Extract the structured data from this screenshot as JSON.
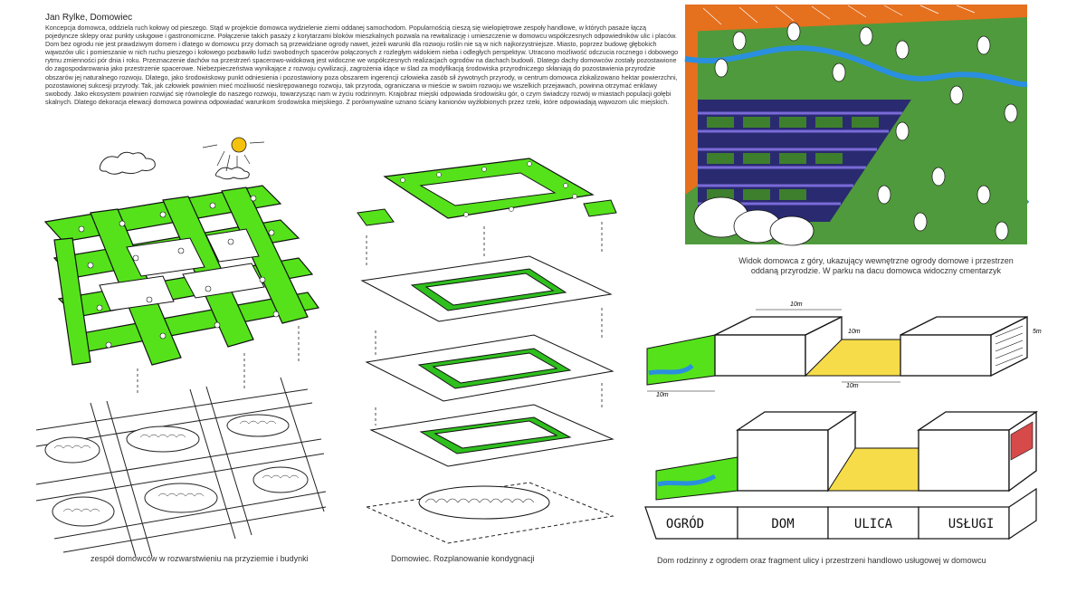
{
  "header": {
    "title": "Jan Rylke, Domowiec",
    "description": "Koncepcja domowca, oddziela ruch kołowy od pieszego. Stąd w projekcie domowca wydzielenie ziemi oddanej samochodom. Popularnością cieszą się wielopiętrowe zespoły handlowe, w których pasaże łączą pojedyncze sklepy oraz punkty usługowe i gastronomiczne. Połączenie takich pasaży z korytarzami bloków mieszkalnych pozwala na rewitalizację i umieszczenie w domowcu współczesnych odpowiedników ulic i placów. Dom bez ogrodu nie jest prawdziwym domem i dlatego w domowcu przy domach są przewidziane ogrody nawet, jeżeli warunki dla rozwoju roślin nie są w nich najkorzystniejsze. Miasto, poprzez budowę głębokich wąwozów ulic i pomieszanie w nich ruchu pieszego i kołowego pozbawiło ludzi swobodnych spacerów połączonych z rozległym widokiem nieba i odległych perspektyw. Utracono możliwość odczucia rocznego i dobowego rytmu zmienności pór dnia i roku. Przeznaczenie dachów na przestrzeń spacerowo-widokową jest widoczne we współczesnych realizacjach ogrodów na dachach budowli. Dlatego dachy domowców zostały pozostawione do zagospodarowania jako przestrzenie spacerowe. Niebezpieczeństwa wynikające z rozwoju cywilizacji, zagrożenia idące w ślad za modyfikacją środowiska przyrodniczego skłaniają do pozostawienia przyrodzie obszarów jej naturalnego rozwoju. Dlatego, jako środowiskowy punkt odniesienia i pozostawiony poza obszarem ingerencji człowieka zasób sił żywotnych przyrody, w centrum domowca zlokalizowano hektar powierzchni, pozostawionej sukcesji przyrody. Tak, jak człowiek powinien mieć możliwość nieskrępowanego rozwoju, tak przyroda, ograniczana w mieście w swoim rozwoju we wszelkich przejawach, powinna otrzymać enklawy swobody. Jako ekosystem powinien rozwijać się równolegle do naszego rozwoju, towarzysząc nam w życiu rodzinnym. Krajobraz miejski odpowiada środowisku gór, o czym świadczy rozwój w miastach populacji gołębi skalnych. Dlatego dekoracja elewacji domowca powinna odpowiadać warunkom środowiska miejskiego. Z porównywalne uznano ściany kanionów wyżłobionych przez rzeki, które odpowiadają wąwozom ulic miejskich."
  },
  "captions": {
    "left": "zespół domowców w rozwarstwieniu na przyziemie i budynki",
    "middle": "Domowiec. Rozplanowanie kondygnacji",
    "aerial": "Widok domowca z góry, ukazujący wewnętrzne ogrody domowe i przestrzen oddaną przyrodzie. W parku na dacu domowca widoczny cmentarzyk",
    "section": "Dom rodzinny z ogrodem oraz fragment ulicy i przestrzeni handlowo usługowej w domowcu"
  },
  "section_labels": {
    "garden": "OGRÓD",
    "house": "DOM",
    "street": "ULICA",
    "services": "USŁUGI"
  },
  "dimension_marks": {
    "width_top": "10m",
    "width_street": "10m",
    "height_right": "5m",
    "width_bottom_left": "10m",
    "width_bottom_right": "10m"
  },
  "colors": {
    "green_roof": "#55e21b",
    "grass": "#4f9a3c",
    "water": "#2a8fe0",
    "street_yellow": "#f7dc4a",
    "orange_rim": "#e5701e",
    "purple_rows": "#3a3fa0",
    "sun": "#f4c20d"
  }
}
